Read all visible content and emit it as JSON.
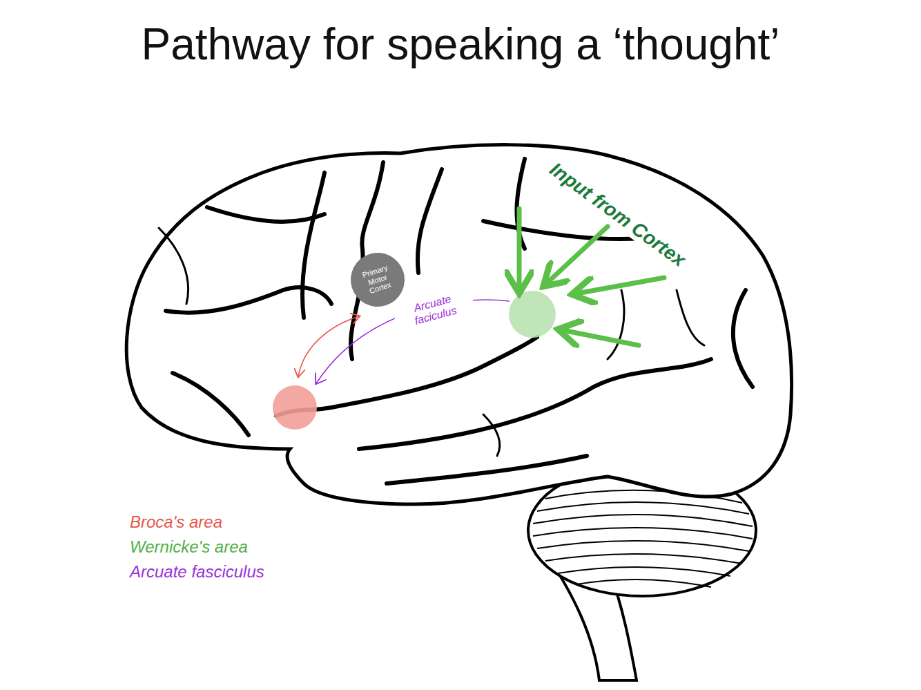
{
  "diagram": {
    "title": "Pathway for speaking a ‘thought’",
    "nodes": [
      {
        "text": [
          "Primary Motor Cortex"
        ]
      }
    ],
    "labels": [
      "Input from Cortex",
      "Arcuate faciculus"
    ],
    "legend": [
      {
        "text": "Broca's area",
        "color": "#e8574a"
      },
      {
        "text": "Wernicke's area",
        "color": "#4fae45"
      },
      {
        "text": "Arcuate fasciculus",
        "color": "#9b30d9"
      }
    ]
  }
}
